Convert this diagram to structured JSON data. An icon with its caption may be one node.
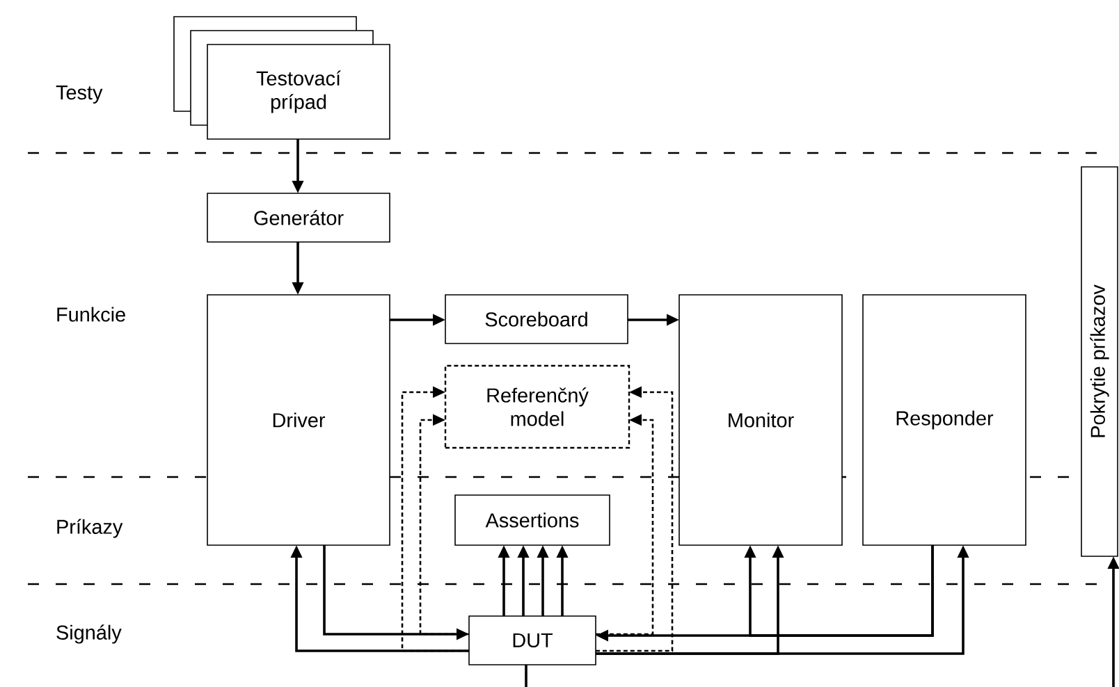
{
  "diagram": {
    "nodes": [
      {
        "text": [
          "Testovací prípad"
        ]
      },
      {
        "text": [
          "Generátor"
        ]
      },
      {
        "text": [
          "Driver"
        ]
      },
      {
        "text": [
          "Scoreboard"
        ]
      },
      {
        "text": [
          "Referenčný model"
        ]
      },
      {
        "text": [
          "Assertions"
        ]
      },
      {
        "text": [
          "DUT"
        ]
      },
      {
        "text": [
          "Monitor"
        ]
      },
      {
        "text": [
          "Responder"
        ]
      },
      {
        "text": [
          "Pokrytie príkazov"
        ]
      }
    ],
    "edges": [
      {
        "from": 0,
        "to": 1,
        "arrow": "to"
      },
      {
        "from": 1,
        "to": 2,
        "arrow": "to"
      },
      {
        "from": 2,
        "to": 3,
        "arrow": "to"
      },
      {
        "from": 3,
        "to": 7,
        "arrow": "to"
      },
      {
        "from": 2,
        "to": 6,
        "arrow": "to"
      },
      {
        "from": 6,
        "to": 2,
        "arrow": "to"
      },
      {
        "from": 6,
        "to": 4,
        "arrow": "to",
        "style": "dashed"
      },
      {
        "from": 6,
        "to": 4,
        "arrow": "to",
        "style": "dashed"
      },
      {
        "from": 6,
        "to": 4,
        "arrow": "to",
        "style": "dashed"
      },
      {
        "from": 6,
        "to": 4,
        "arrow": "to",
        "style": "dashed"
      },
      {
        "from": 6,
        "to": 5,
        "arrow": "to"
      },
      {
        "from": 6,
        "to": 5,
        "arrow": "to"
      },
      {
        "from": 6,
        "to": 5,
        "arrow": "to"
      },
      {
        "from": 6,
        "to": 5,
        "arrow": "to"
      },
      {
        "from": 8,
        "to": 6,
        "arrow": "to"
      },
      {
        "from": 8,
        "to": 7,
        "arrow": "to"
      },
      {
        "from": 6,
        "to": 8,
        "arrow": "to"
      },
      {
        "from": 6,
        "to": 7,
        "arrow": "to"
      },
      {
        "from": 6,
        "to": null,
        "arrow": "none"
      },
      {
        "from": null,
        "to": 9,
        "arrow": "to"
      }
    ],
    "labels": [
      "Testy",
      "Funkcie",
      "Príkazy",
      "Signály"
    ]
  }
}
